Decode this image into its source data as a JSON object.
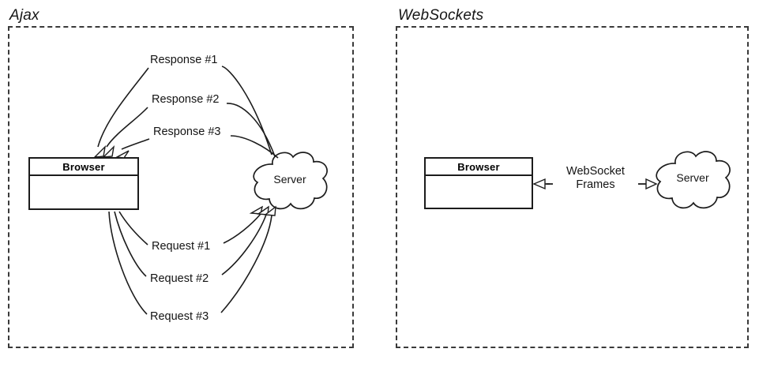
{
  "figure": {
    "panels": [
      {
        "id": "ajax",
        "title": "Ajax",
        "browser": {
          "label": "Browser"
        },
        "server": {
          "label": "Server"
        },
        "flows": [
          {
            "label": "Response #1",
            "direction": "server-to-browser"
          },
          {
            "label": "Response #2",
            "direction": "server-to-browser"
          },
          {
            "label": "Response #3",
            "direction": "server-to-browser"
          },
          {
            "label": "Request #1",
            "direction": "browser-to-server"
          },
          {
            "label": "Request #2",
            "direction": "browser-to-server"
          },
          {
            "label": "Request #3",
            "direction": "browser-to-server"
          }
        ]
      },
      {
        "id": "websockets",
        "title": "WebSockets",
        "browser": {
          "label": "Browser"
        },
        "server": {
          "label": "Server"
        },
        "flows": [
          {
            "label_line1": "WebSocket",
            "label_line2": "Frames",
            "direction": "bidirectional"
          }
        ]
      }
    ],
    "colors": {
      "stroke": "#1c1c1c",
      "frame_dash": "#3a3a3a",
      "background": "#ffffff",
      "text": "#141414"
    }
  }
}
